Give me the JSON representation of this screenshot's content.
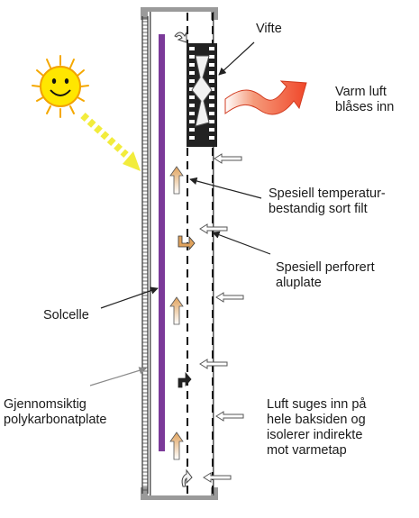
{
  "labels": {
    "vifte": "Vifte",
    "varm_luft": "Varm luft\nblåses inn",
    "filt": "Spesiell temperatur-\nbestandig sort filt",
    "aluplate": "Spesiell perforert\naluplate",
    "solcelle": "Solcelle",
    "polykarbonat": "Gjennomsiktig\npolykarbonatplate",
    "luft_suges": "Luft suges inn på\nhele baksiden og\nisolerer indirekte\nmot varmetap"
  },
  "colors": {
    "sun": "#ffe600",
    "sun_outline": "#f2a100",
    "sun_rays": "#f5a800",
    "light_beam": "#f2ec3c",
    "solar_cell": "#7b3a99",
    "warm_air": "#f0472a",
    "up_arrow": "#e0a25c",
    "frame": "#999999"
  }
}
